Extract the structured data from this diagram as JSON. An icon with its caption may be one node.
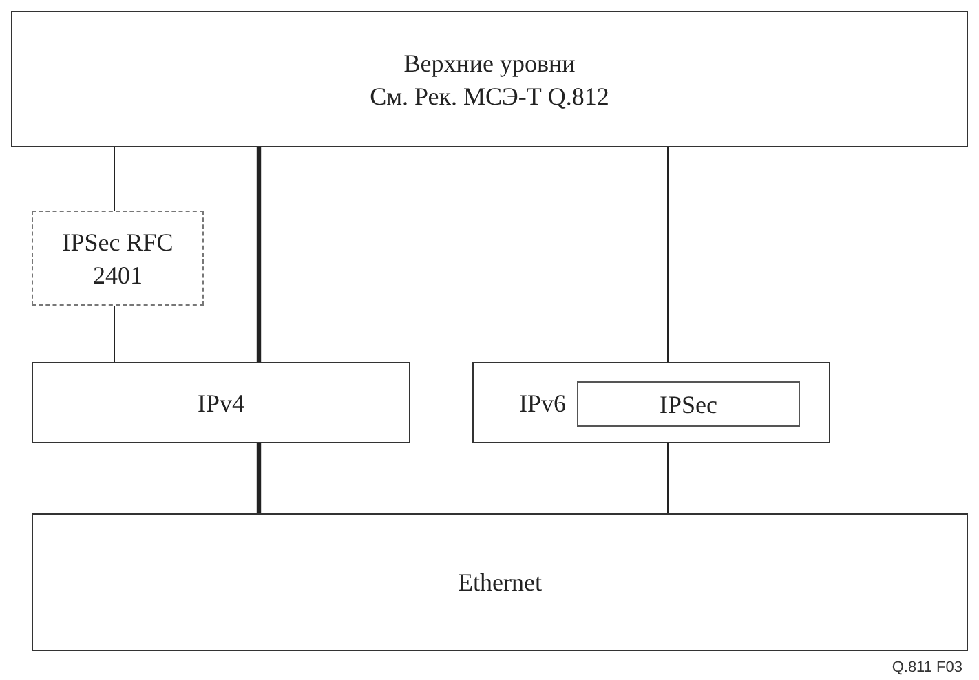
{
  "diagram": {
    "nodes": [
      {
        "text": [
          "Верхние уровни",
          "См. Рек. МСЭ-Т Q.812"
        ]
      },
      {
        "text": [
          "IPSec RFC 2401"
        ]
      },
      {
        "text": [
          "IPv4"
        ]
      },
      {
        "text": [
          "IPv6"
        ]
      },
      {
        "text": [
          "IPSec"
        ],
        "in": 3
      },
      {
        "text": [
          "Ethernet"
        ]
      }
    ],
    "edges": [
      {
        "from": 0,
        "to": 1,
        "arrow": "none"
      },
      {
        "from": 1,
        "to": 2,
        "arrow": "none"
      },
      {
        "from": 0,
        "to": 2,
        "arrow": "none",
        "style": "thick"
      },
      {
        "from": 0,
        "to": 3,
        "arrow": "none"
      },
      {
        "from": 2,
        "to": 5,
        "arrow": "none",
        "style": "thick"
      },
      {
        "from": 3,
        "to": 5,
        "arrow": "none"
      }
    ],
    "labels": [
      "Q.811 F03"
    ]
  }
}
